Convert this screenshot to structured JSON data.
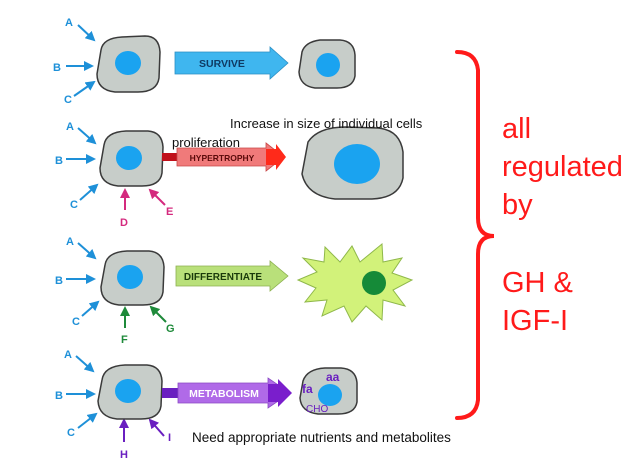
{
  "colors": {
    "blue": "#1e90d8",
    "cell_fill": "#c7cdc9",
    "nucleus": "#1aa3f0",
    "survive": "#3fb6ef",
    "hypertrophy": "#f07a7a",
    "hypertrophy_arrow": "#ff2a1a",
    "differentiate": "#b9e07a",
    "metabolism": "#b06ae8",
    "metabolism_arrow": "#7a1ecc",
    "magenta": "#d42a7e",
    "green": "#1e8a3a",
    "purple": "#6a1fc0",
    "bracket": "#ff1a1a"
  },
  "rows": [
    {
      "process": "SURVIVE",
      "inputs": [
        "A",
        "B",
        "C"
      ]
    },
    {
      "process": "HYPERTROPHY",
      "inputs": [
        "A",
        "B",
        "C"
      ],
      "extra_inputs": [
        "D",
        "E"
      ]
    },
    {
      "process": "DIFFERENTIATE",
      "inputs": [
        "A",
        "B",
        "C"
      ],
      "extra_inputs": [
        "F",
        "G"
      ]
    },
    {
      "process": "METABOLISM",
      "inputs": [
        "A",
        "B",
        "C"
      ],
      "extra_inputs": [
        "H",
        "I"
      ],
      "substrates": [
        "aa",
        "fa",
        "CHO"
      ]
    }
  ],
  "notes": {
    "size": "Increase in size of individual cells",
    "proliferation": "proliferation",
    "nutrients": "Need appropriate nutrients and metabolites"
  },
  "summary": {
    "line1": "all",
    "line2": "regulated",
    "line3": "by",
    "line4": "GH &",
    "line5": "IGF-I"
  }
}
